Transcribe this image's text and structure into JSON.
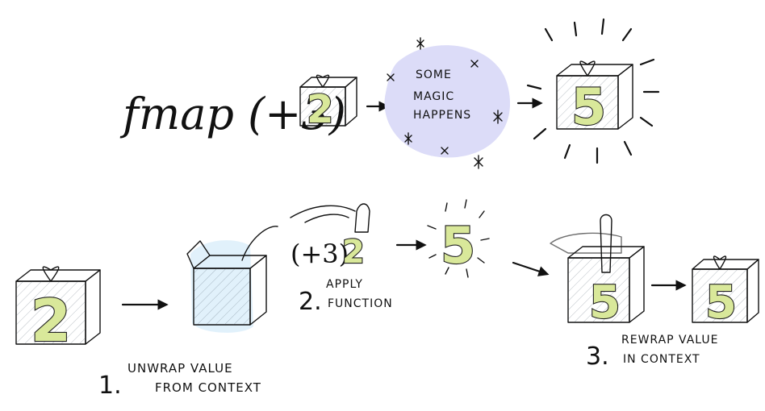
{
  "top": {
    "expression": "fmap (+3)",
    "input_value": "2",
    "magic_lines": [
      "SOME",
      "MAGIC",
      "HAPPENS"
    ],
    "output_value": "5"
  },
  "steps": [
    {
      "number": "1.",
      "lines": [
        "UNWRAP VALUE",
        "FROM CONTEXT"
      ]
    },
    {
      "number": "2.",
      "lines": [
        "APPLY",
        "FUNCTION"
      ]
    },
    {
      "number": "3.",
      "lines": [
        "REWRAP VALUE",
        "IN CONTEXT"
      ]
    }
  ],
  "bottom": {
    "start_value": "2",
    "function_label": "(+3)",
    "function_value": "2",
    "result_value": "5",
    "rewrap_value": "5",
    "final_value": "5"
  },
  "colors": {
    "box_fill": "#c9e6f7",
    "box_side": "#aed6ef",
    "numeral": "#d9e89a",
    "magic_blob": "#dcdcf8",
    "hand": "#f5cdb2",
    "ink": "#111111"
  }
}
